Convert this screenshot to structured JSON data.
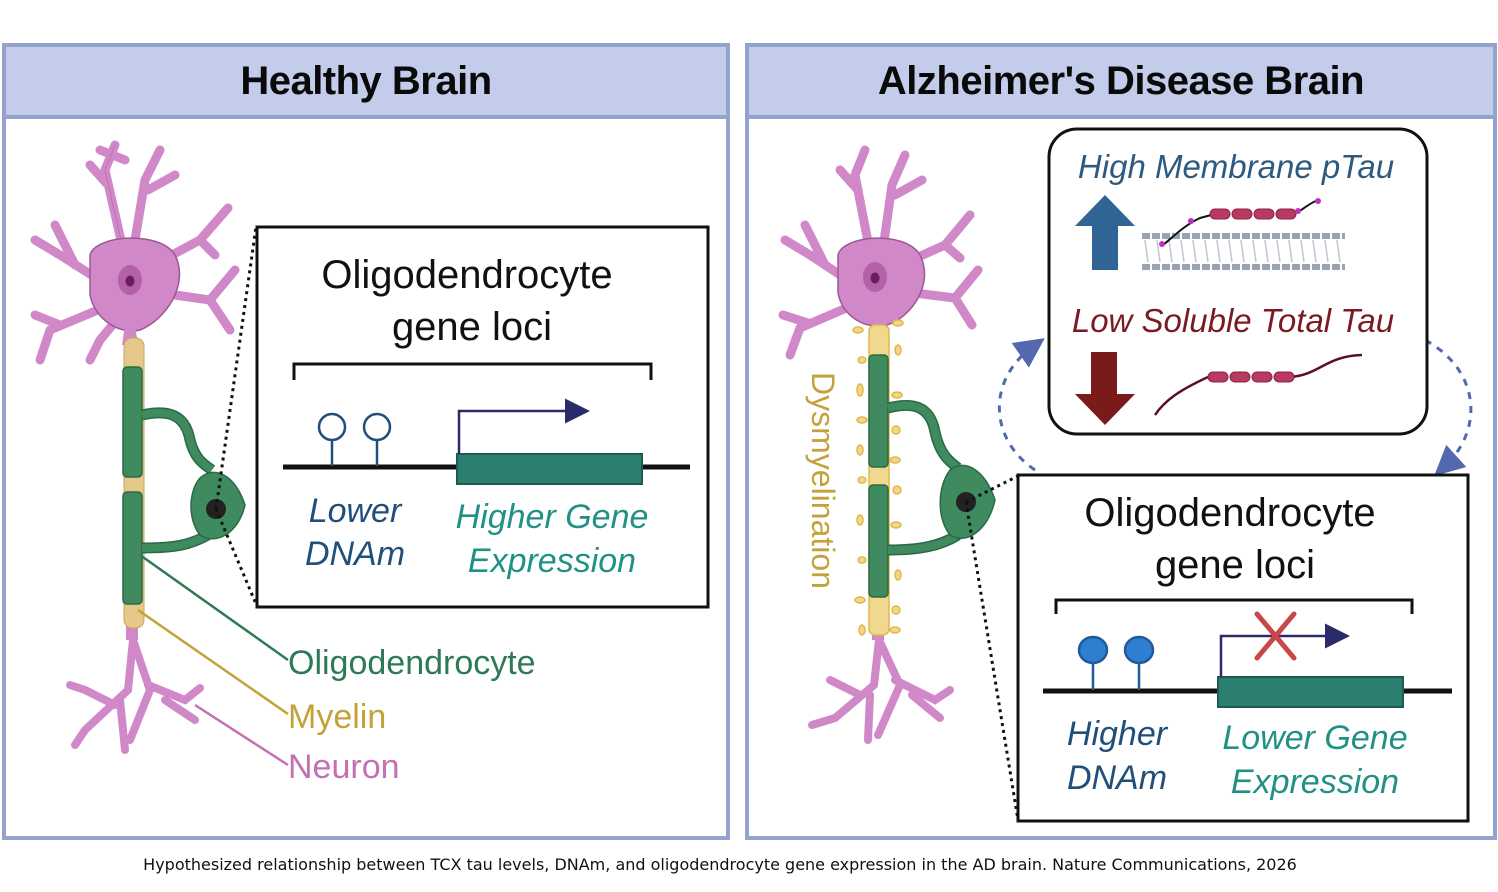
{
  "panels": {
    "healthy": {
      "title": "Healthy Brain",
      "inset": {
        "title_line1": "Oligodendrocyte",
        "title_line2": "gene loci",
        "dnam_line1": "Lower",
        "dnam_line2": "DNAm",
        "expr_line1": "Higher Gene",
        "expr_line2": "Expression",
        "methylation_marks": "unfilled",
        "transcription": "active"
      },
      "legend": [
        {
          "label": "Oligodendrocyte",
          "color": "#2e7a55"
        },
        {
          "label": "Myelin",
          "color": "#c3a23a"
        },
        {
          "label": "Neuron",
          "color": "#c470b3"
        }
      ]
    },
    "ad": {
      "title": "Alzheimer's Disease Brain",
      "side_label": "Dysmyelination",
      "tau_box": {
        "high_label": "High Membrane pTau",
        "low_label": "Low Soluble Total Tau",
        "high_direction": "up",
        "low_direction": "down"
      },
      "inset": {
        "title_line1": "Oligodendrocyte",
        "title_line2": "gene loci",
        "dnam_line1": "Higher",
        "dnam_line2": "DNAm",
        "expr_line1": "Lower Gene",
        "expr_line2": "Expression",
        "methylation_marks": "filled",
        "transcription": "blocked"
      }
    }
  },
  "colors": {
    "header_bg": "#c3cdeb",
    "panel_border": "#93a3cd",
    "neuron": "#d088c8",
    "oligodendrocyte": "#3f8a5e",
    "myelin": "#e8c97a",
    "dnam_text": "#1f4f7a",
    "expression_text": "#1f9185",
    "gene_box": "#2a7f70",
    "up_arrow": "#2f6494",
    "down_arrow": "#7a1a1a",
    "low_tau_text": "#7a1a22",
    "tau_protein": "#b83a60",
    "block_x": "#c84848"
  },
  "caption": "Hypothesized relationship between TCX tau levels, DNAm, and oligodendrocyte gene expression in the AD brain. Nature Communications, 2026"
}
